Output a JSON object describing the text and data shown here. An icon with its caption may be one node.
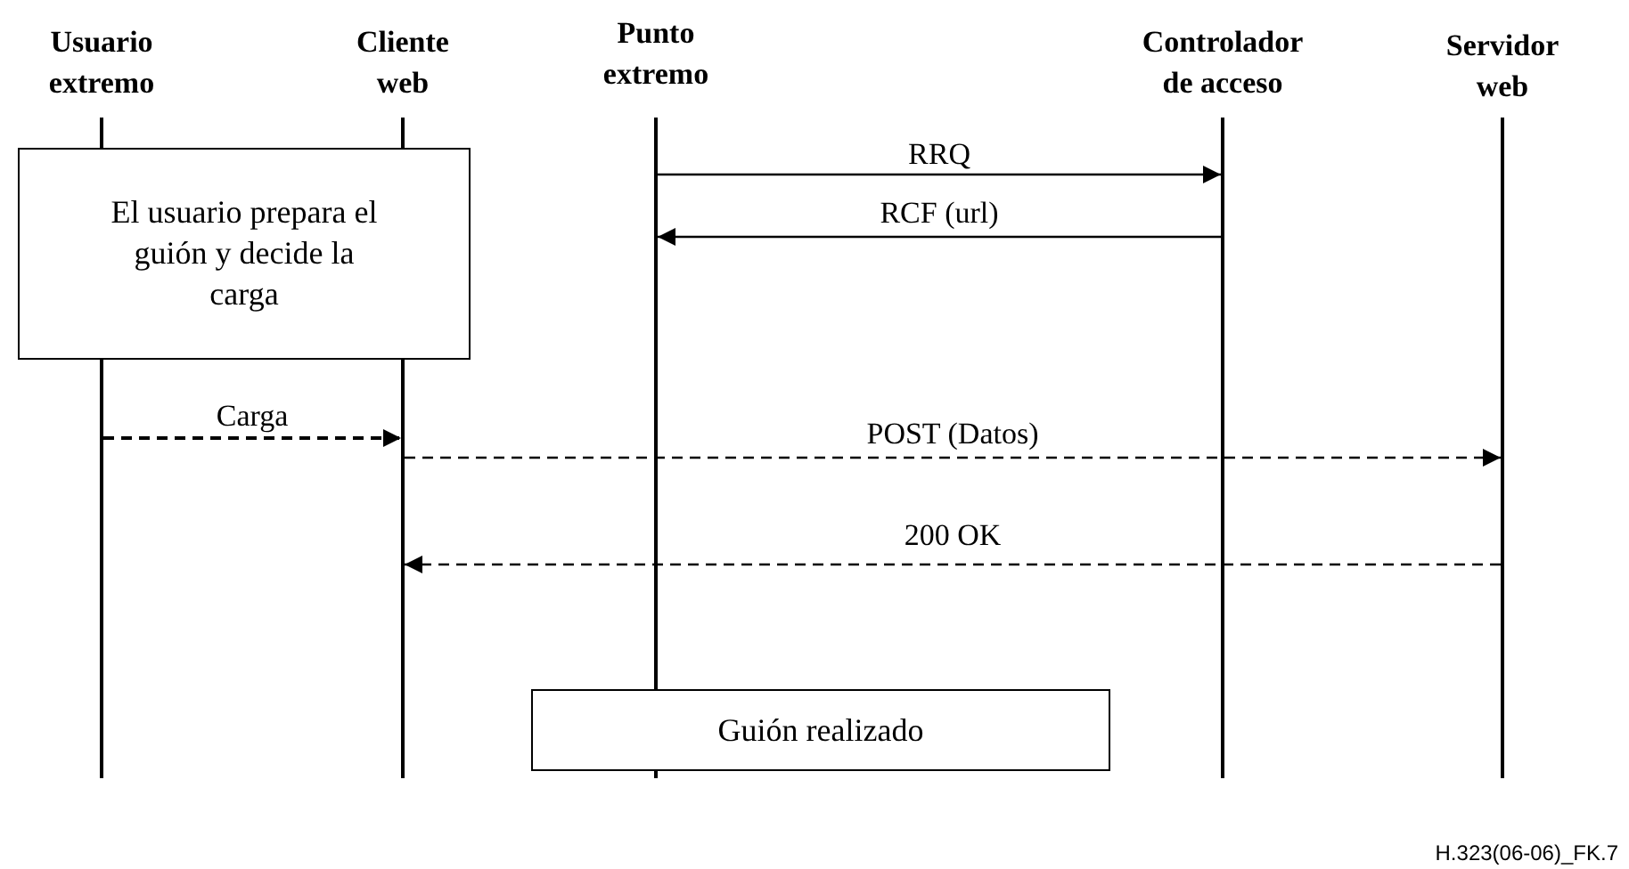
{
  "diagram": {
    "nodes": [
      {
        "text": [
          "Usuario extremo"
        ]
      },
      {
        "text": [
          "Cliente web"
        ]
      },
      {
        "text": [
          "Punto extremo"
        ]
      },
      {
        "text": [
          "Controlador de acceso"
        ]
      },
      {
        "text": [
          "Servidor web"
        ]
      },
      {
        "text": [
          "El usuario prepara el guión y decide la carga"
        ]
      },
      {
        "text": [
          "Guión realizado"
        ]
      }
    ],
    "edges": [
      {
        "from": 2,
        "to": 3,
        "arrow": "to",
        "label": "RRQ"
      },
      {
        "from": 3,
        "to": 2,
        "arrow": "to",
        "label": "RCF (url)"
      },
      {
        "from": 0,
        "to": 1,
        "arrow": "to",
        "label": "Carga",
        "style": "dashed"
      },
      {
        "from": 1,
        "to": 4,
        "arrow": "to",
        "label": "POST (Datos)",
        "style": "dashed"
      },
      {
        "from": 4,
        "to": 1,
        "arrow": "to",
        "label": "200 OK",
        "style": "dashed"
      }
    ],
    "labels": [
      "H.323(06-06)_FK.7"
    ]
  }
}
